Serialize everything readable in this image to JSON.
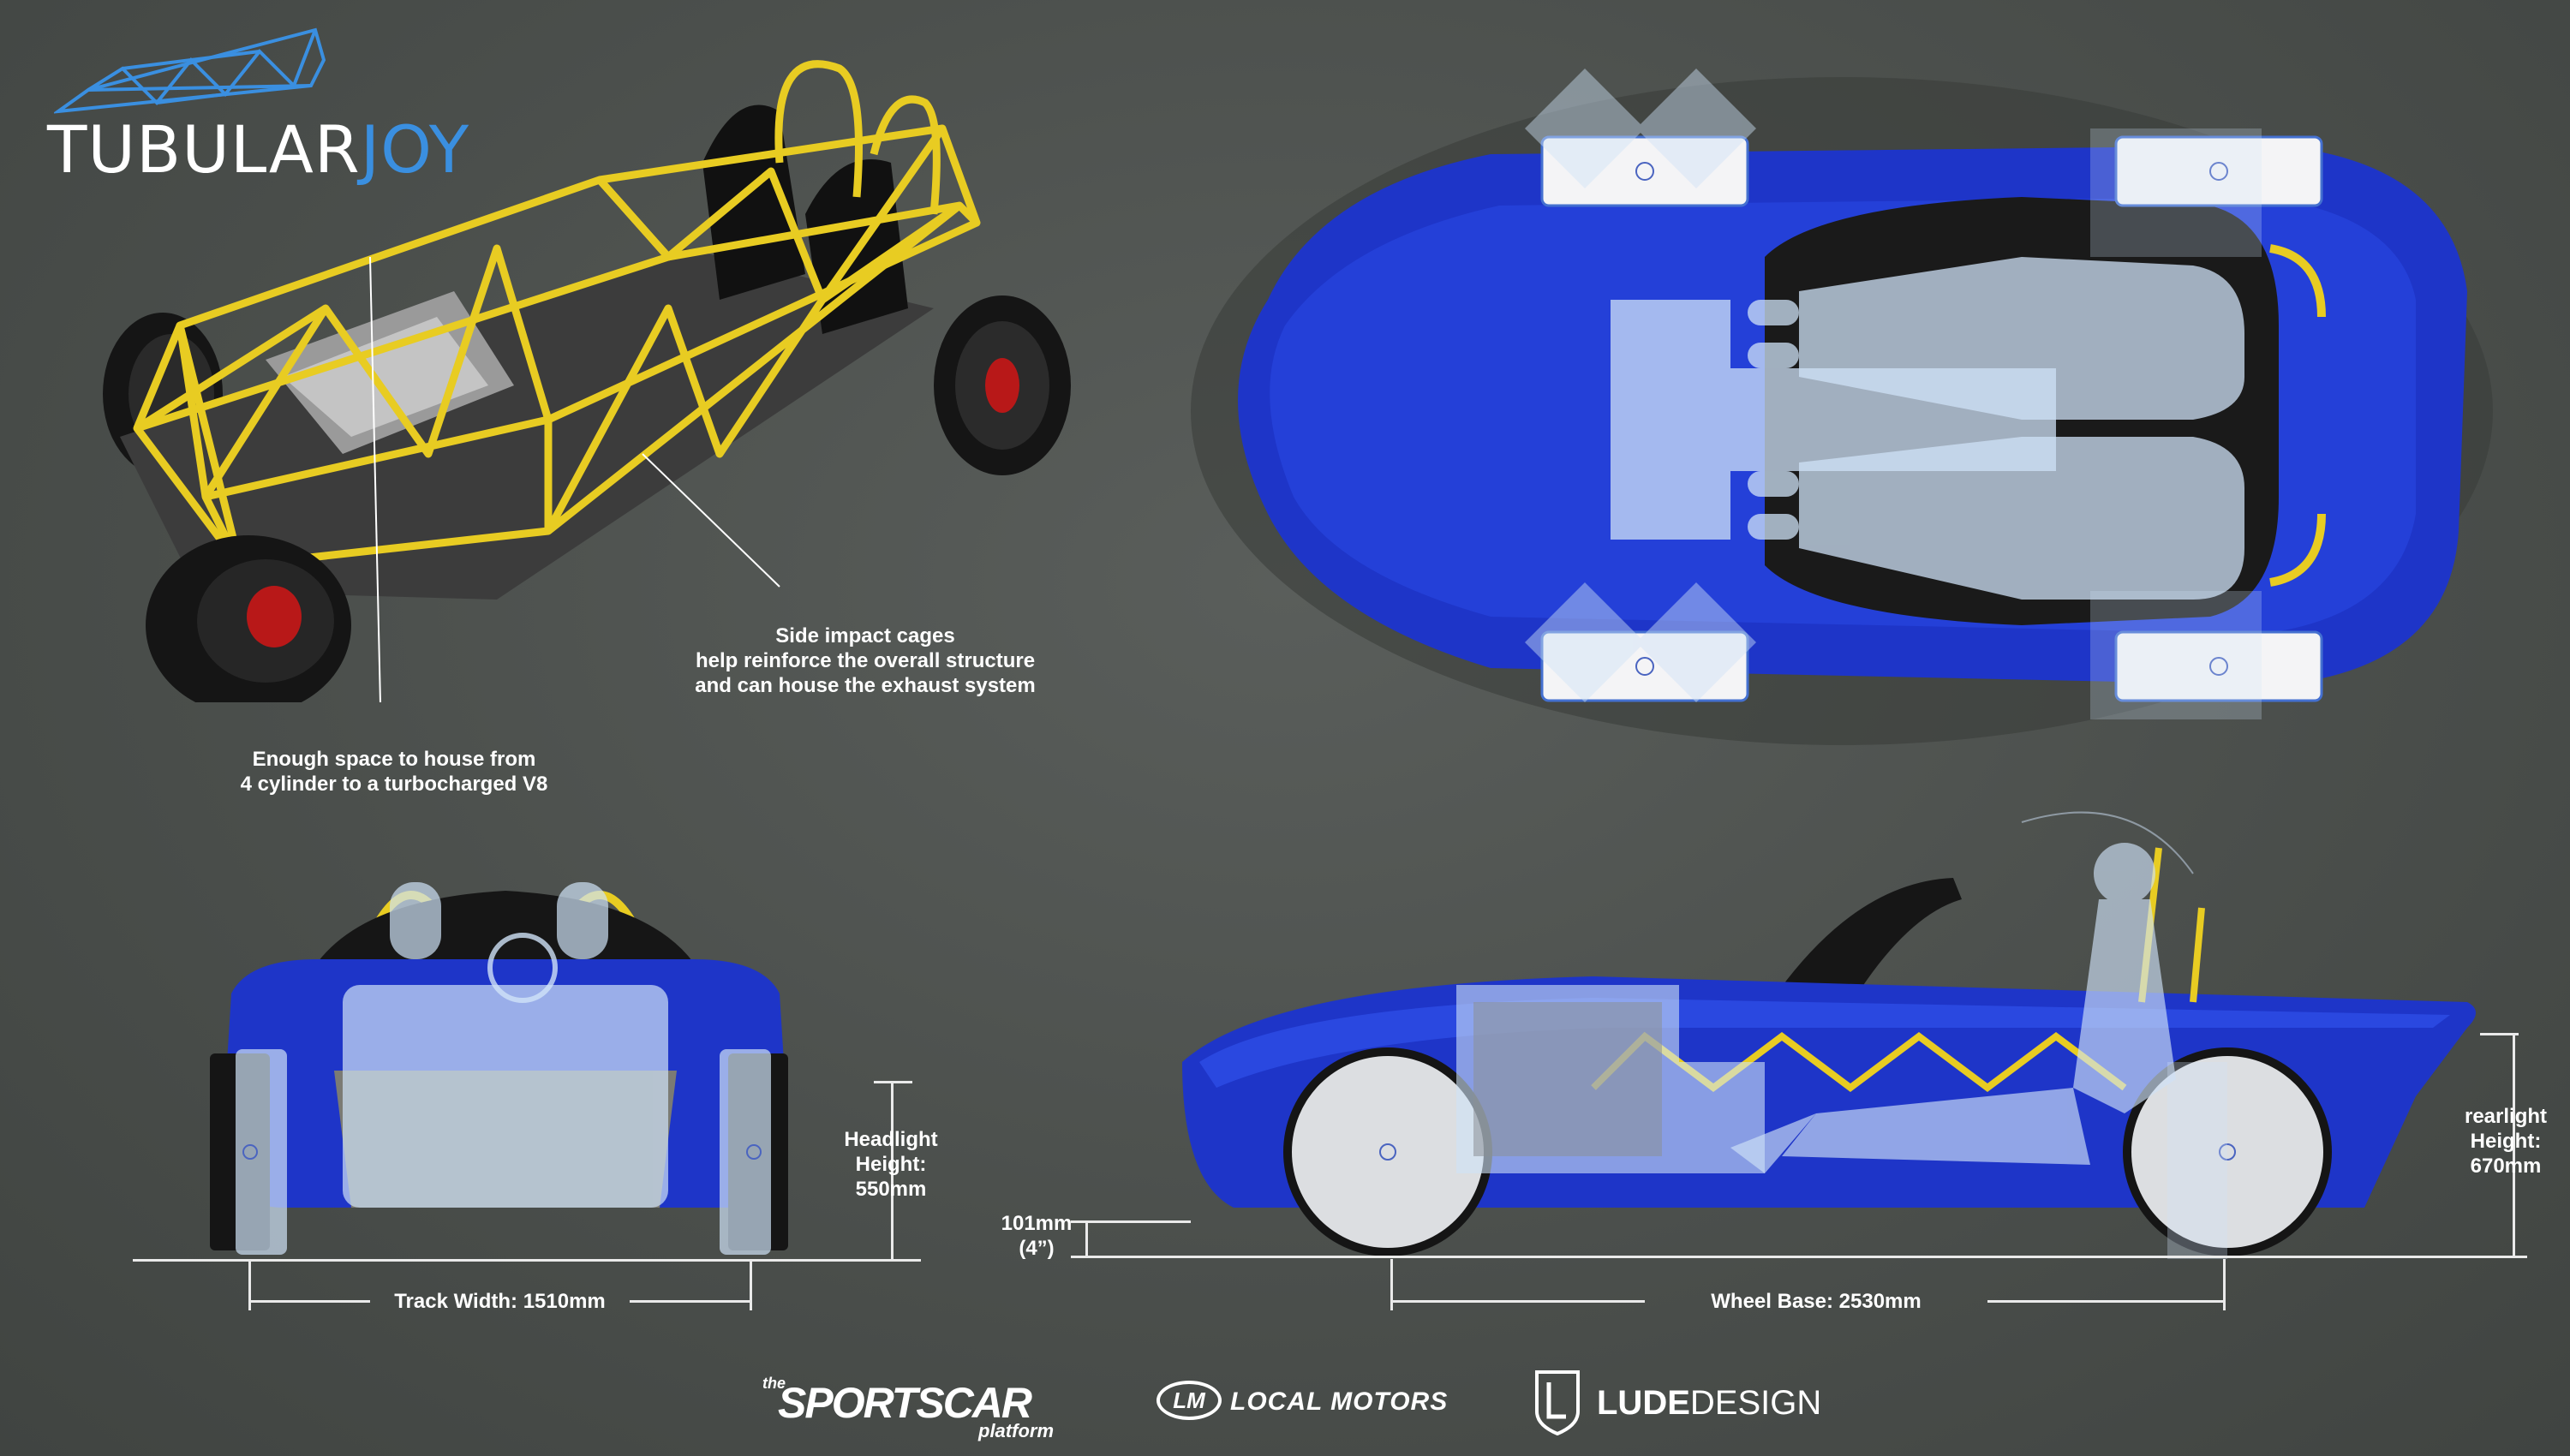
{
  "logo": {
    "word_white": "TUBULAR",
    "word_blue": "JOY",
    "accent_color": "#3a8fe0",
    "icon": "tubular-frame-icon"
  },
  "callouts": {
    "side_cages": [
      "Side impact cages",
      "help reinforce the overall structure",
      "and can house the exhaust system"
    ],
    "engine_space": [
      "Enough space to house from",
      "4 cylinder to a turbocharged V8"
    ]
  },
  "dimensions": {
    "headlight": [
      "Headlight",
      "Height:",
      "550mm"
    ],
    "track_width": "Track Width: 1510mm",
    "ground_clearance": [
      "101mm",
      "(4”)"
    ],
    "wheel_base": "Wheel Base: 2530mm",
    "rearlight": [
      "rearlight",
      "Height:",
      "670mm"
    ]
  },
  "footer": {
    "sportscar_small": "the",
    "sportscar_big": "SPORTSCAR",
    "sportscar_sub": "platform",
    "local_motors_mark": "LM",
    "local_motors": "LOCAL MOTORS",
    "lude_a": "LUDE",
    "lude_b": "DESIGN"
  },
  "colors": {
    "body_blue": "#1e35c8",
    "frame_yellow": "#e8cc22",
    "overlay": "#cfe2f7"
  }
}
